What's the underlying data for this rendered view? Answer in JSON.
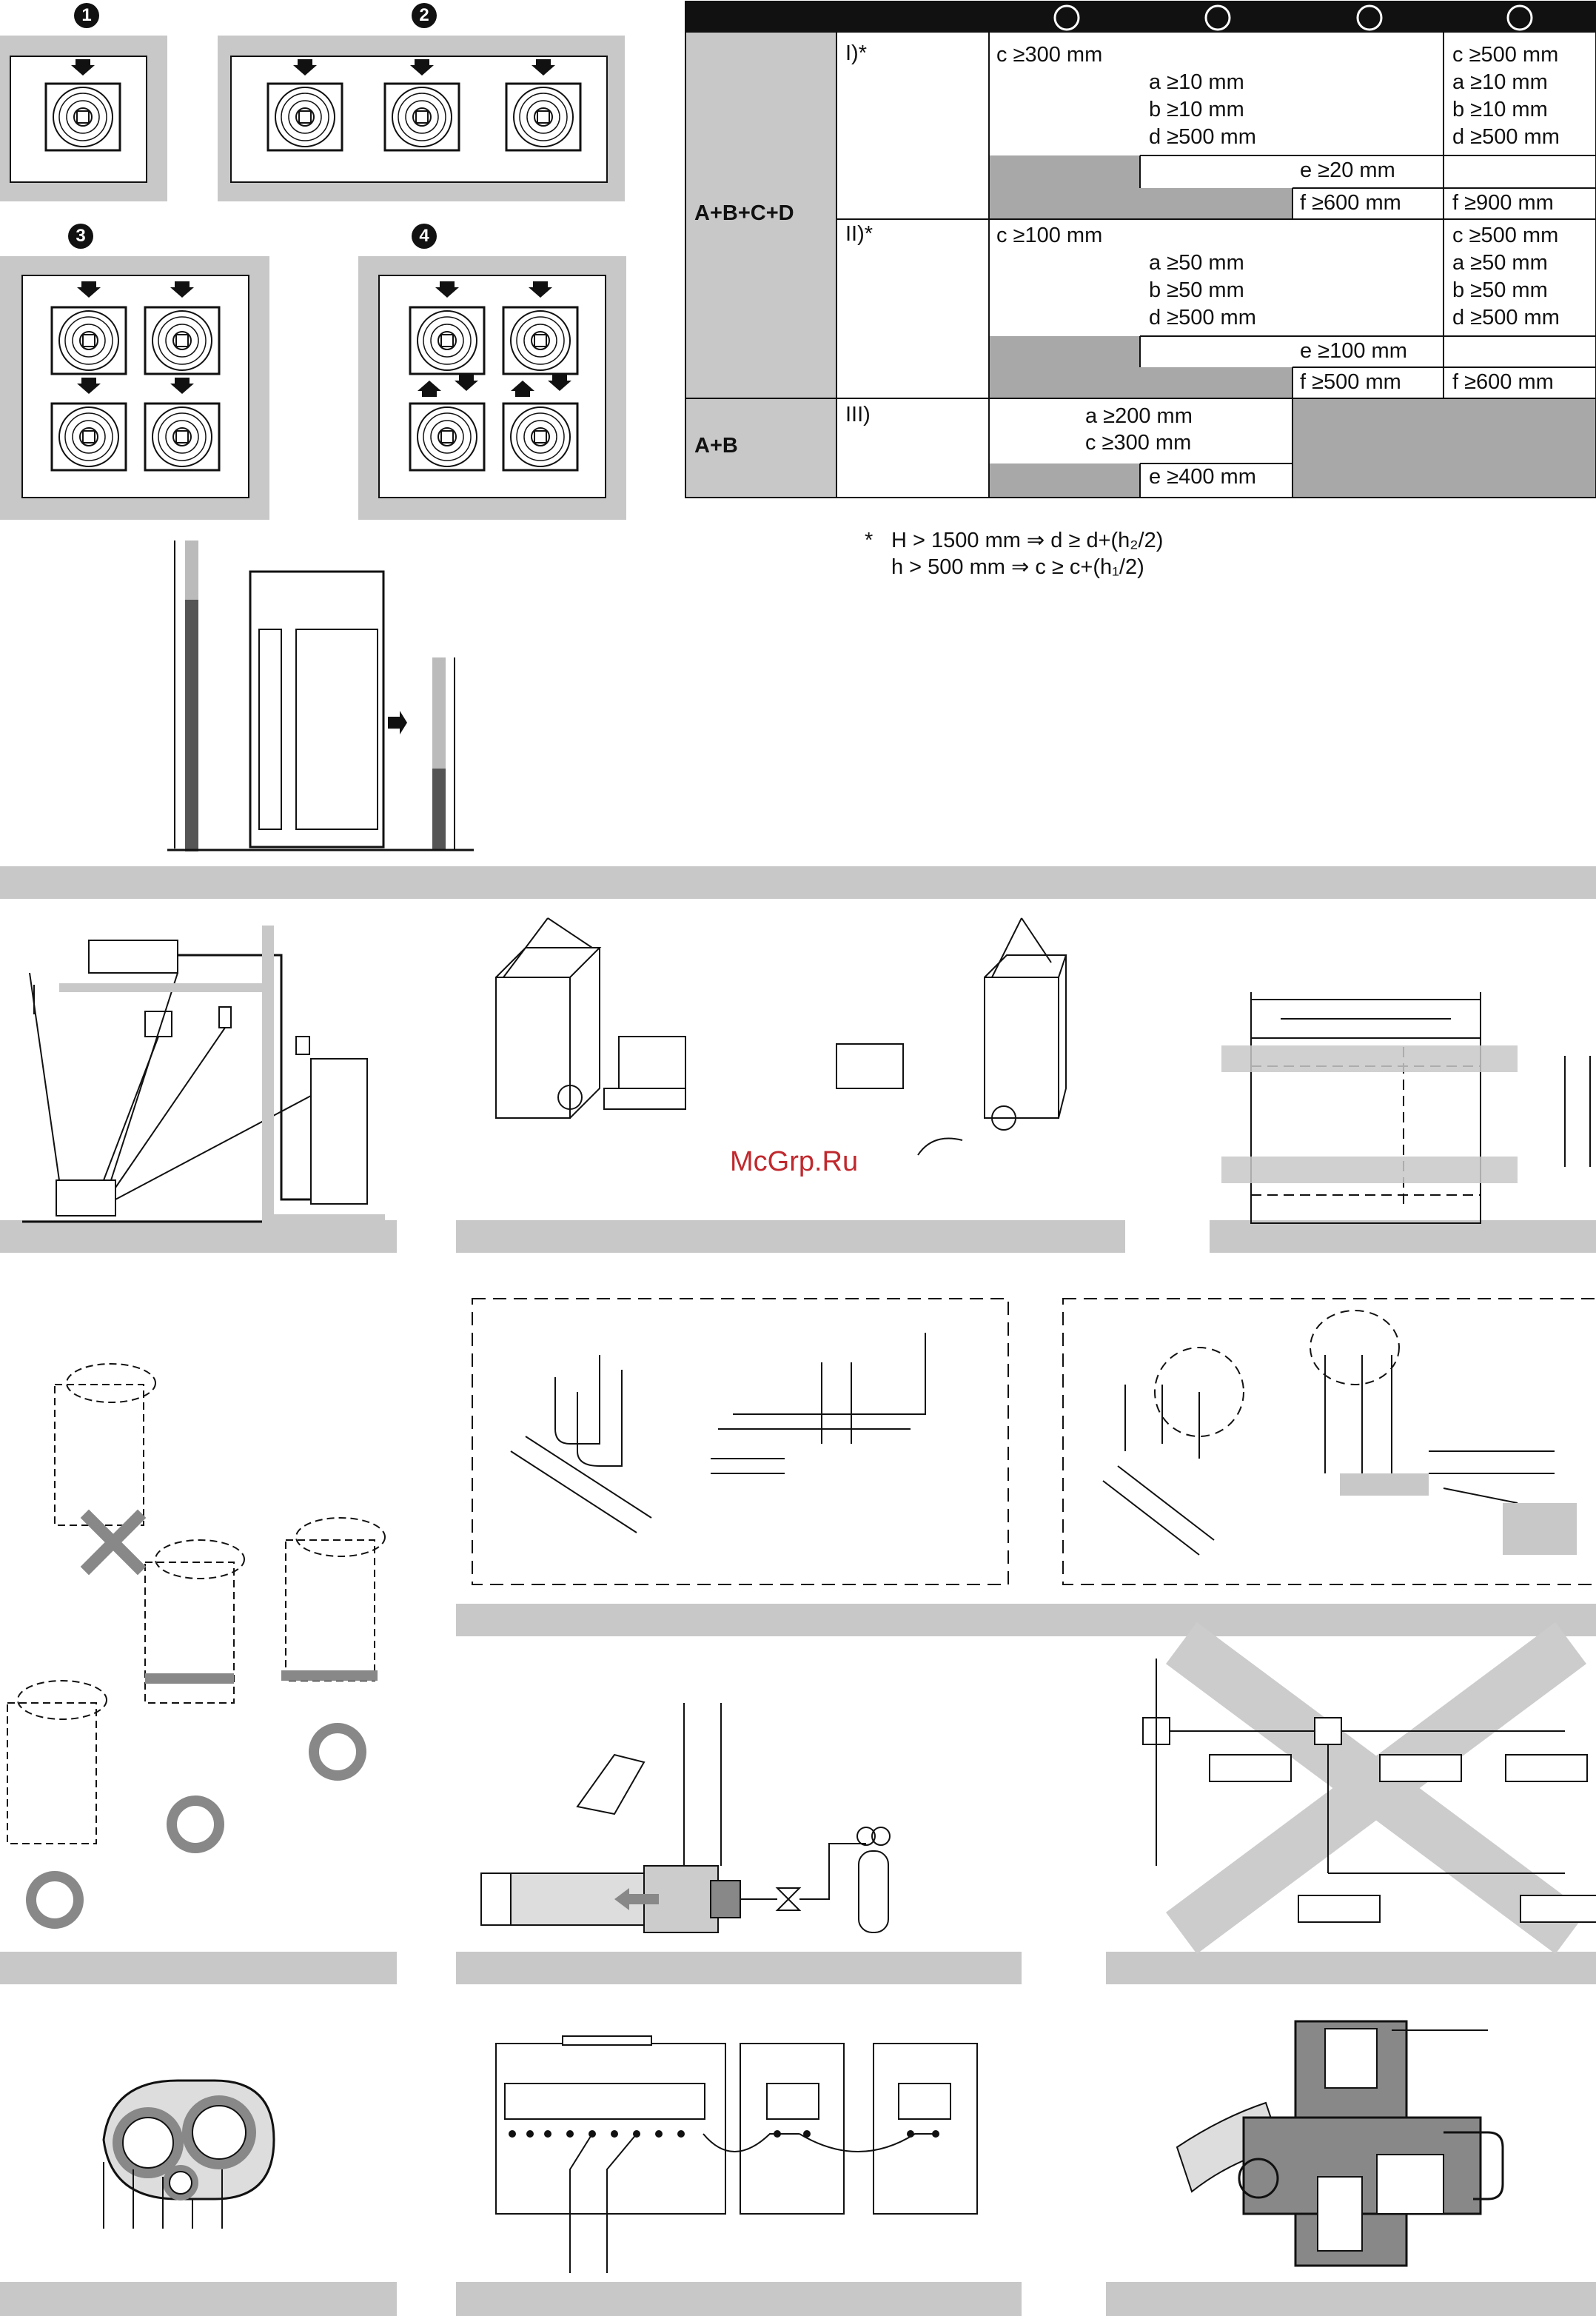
{
  "layouts": {
    "labels": [
      "1",
      "2",
      "3",
      "4"
    ]
  },
  "clearance_table": {
    "group_abcd": "A+B+C+D",
    "group_ab": "A+B",
    "case_i": {
      "label": "I)*",
      "col1": "c ≥300 mm",
      "col1_sub": [
        "a ≥10 mm",
        "b ≥10 mm",
        "d ≥500 mm"
      ],
      "col4": [
        "c ≥500 mm",
        "a ≥10 mm",
        "b ≥10 mm",
        "d ≥500 mm"
      ],
      "e": "e ≥20 mm",
      "f3": "f ≥600 mm",
      "f4": "f ≥900 mm"
    },
    "case_ii": {
      "label": "II)*",
      "col1": "c ≥100 mm",
      "col1_sub": [
        "a ≥50 mm",
        "b ≥50 mm",
        "d ≥500 mm"
      ],
      "col4": [
        "c ≥500 mm",
        "a ≥50 mm",
        "b ≥50 mm",
        "d ≥500 mm"
      ],
      "e": "e ≥100 mm",
      "f3": "f ≥500 mm",
      "f4": "f ≥600 mm"
    },
    "case_iii": {
      "label": "III)",
      "lines": [
        "a ≥200 mm",
        "c ≥300 mm"
      ],
      "e": "e ≥400 mm"
    }
  },
  "footnote": {
    "star": "*",
    "line1": "H > 1500 mm ⇒ d ≥ d+(h₂/2)",
    "line2": "h > 500 mm ⇒ c ≥ c+(h₁/2)"
  },
  "watermark": "McGrp.Ru",
  "colors": {
    "band": "#c8c8c8",
    "dark": "#111111",
    "shade": "#a8a8a8",
    "watermark": "#c0282d"
  }
}
